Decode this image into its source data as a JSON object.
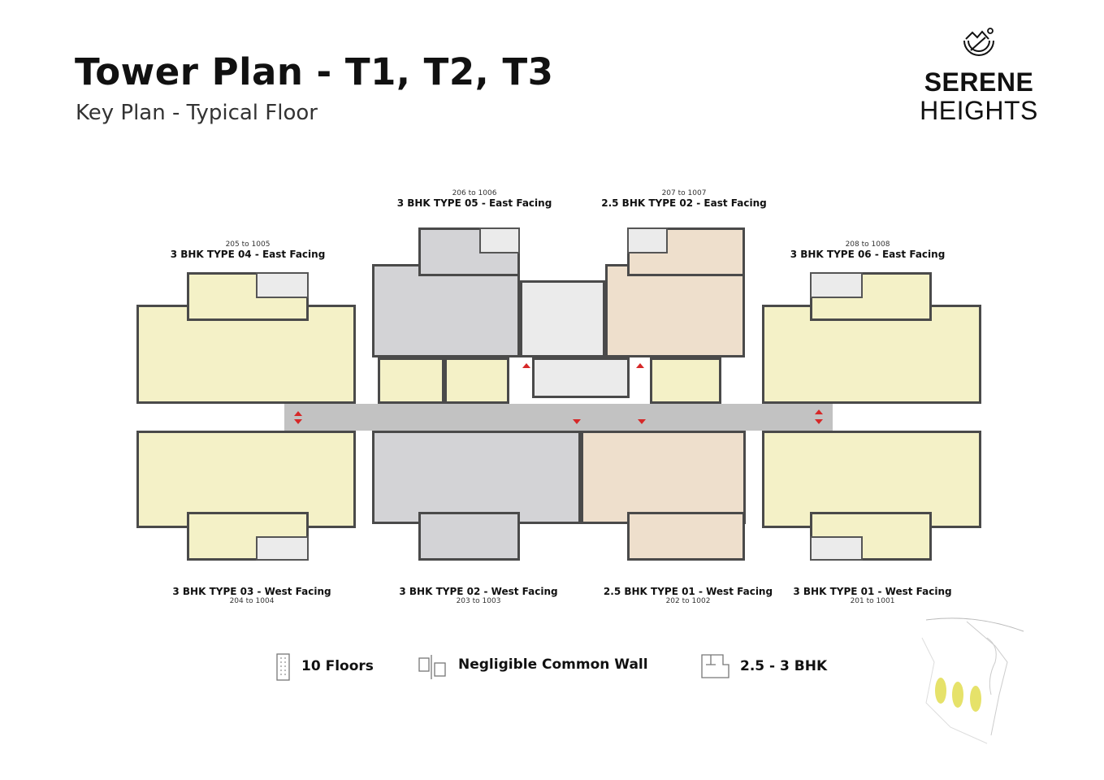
{
  "header": {
    "title": "Tower Plan - T1, T2, T3",
    "subtitle": "Key Plan - Typical Floor"
  },
  "brand": {
    "line1": "SERENE",
    "line2": "HEIGHTS",
    "icon": "mountain-sun-logo-icon"
  },
  "units_top": [
    {
      "range": "205 to 1005",
      "type": "3 BHK TYPE 04 - East Facing"
    },
    {
      "range": "206 to 1006",
      "type": "3 BHK TYPE 05 - East Facing"
    },
    {
      "range": "207 to 1007",
      "type": "2.5 BHK TYPE 02 - East Facing"
    },
    {
      "range": "208 to 1008",
      "type": "3 BHK TYPE 06 - East Facing"
    }
  ],
  "units_bottom": [
    {
      "type": "3 BHK TYPE 03 - West Facing",
      "range": "204 to 1004"
    },
    {
      "type": "3 BHK TYPE 02 - West Facing",
      "range": "203 to 1003"
    },
    {
      "type": "2.5 BHK TYPE 01 - West Facing",
      "range": "202 to 1002"
    },
    {
      "type": "3 BHK TYPE 01 - West Facing",
      "range": "201 to 1001"
    }
  ],
  "features": [
    {
      "icon": "building-icon",
      "label": "10 Floors"
    },
    {
      "icon": "common-wall-icon",
      "label": "Negligible Common Wall"
    },
    {
      "icon": "floor-plan-icon",
      "label": "2.5 - 3 BHK"
    }
  ],
  "colors": {
    "three_bhk_a": "#f4f1c7",
    "three_bhk_b": "#d3d3d6",
    "two_half_bhk": "#eedfcc",
    "corridor": "#c2c2c2",
    "fire_exit": "#d62828"
  }
}
